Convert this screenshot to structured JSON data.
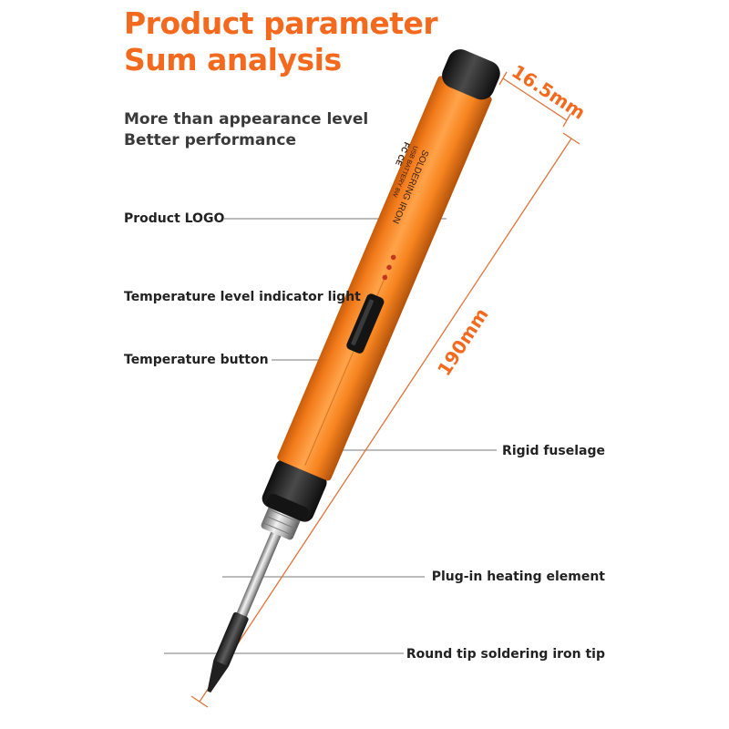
{
  "header": {
    "title_line1": "Product parameter",
    "title_line2": "Sum analysis",
    "subtitle_line1": "More than appearance level",
    "subtitle_line2": "Better performance"
  },
  "callouts": {
    "logo": "Product LOGO",
    "indicator_light": "Temperature level indicator light",
    "button": "Temperature button",
    "fuselage": "Rigid fuselage",
    "heating_element": "Plug-in heating element",
    "tip": "Round tip soldering iron tip"
  },
  "dimensions": {
    "diameter": "16.5mm",
    "length": "190mm"
  },
  "product_print": {
    "line1": "SOLDERING IRON",
    "line2": "USB BATTERY 8W",
    "cert": "FC CE"
  },
  "colors": {
    "accent": "#f36a1e",
    "body_orange": "#f5821f",
    "cap_black": "#1e1e1e"
  }
}
